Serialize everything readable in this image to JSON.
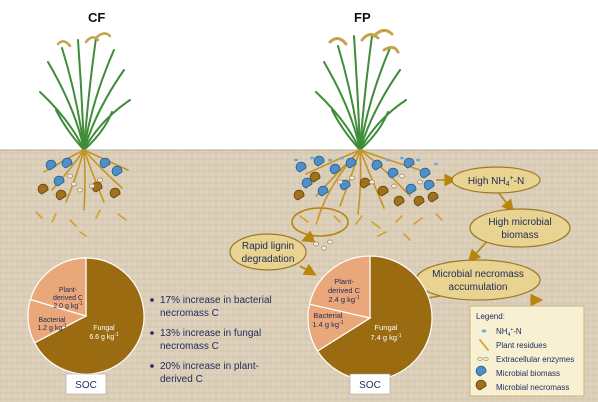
{
  "titles": {
    "left": "CF",
    "right": "FP"
  },
  "left_pie": {
    "label": "SOC",
    "slices": [
      {
        "name_line1": "Fungal",
        "value_text": "6.6 g kg",
        "sup": "-1"
      },
      {
        "name_line1": "Bacterial",
        "value_text": "1.2 g kg",
        "sup": "-1"
      },
      {
        "name_line1": "Plant-",
        "name_line2": "derived C",
        "value_text": "2.0 g kg",
        "sup": "-1"
      }
    ]
  },
  "right_pie": {
    "label": "SOC",
    "slices": [
      {
        "name_line1": "Fungal",
        "value_text": "7.4 g kg",
        "sup": "-1"
      },
      {
        "name_line1": "Bacterial",
        "value_text": "1.4 g kg",
        "sup": "-1"
      },
      {
        "name_line1": "Plant-",
        "name_line2": "derived C",
        "value_text": "2.4 g kg",
        "sup": "-1"
      }
    ]
  },
  "bullets": [
    {
      "line1": "17% increase in bacterial",
      "line2": "necromass C"
    },
    {
      "line1": "13% increase in fungal",
      "line2": "necromass C"
    },
    {
      "line1": "20% increase in plant-",
      "line2": "derived C"
    }
  ],
  "process": {
    "high_nh4": "High NH",
    "high_nh4_sub": "4",
    "high_nh4_sup": "+",
    "high_nh4_tail": "-N",
    "high_microbial_line1": "High microbial",
    "high_microbial_line2": "biomass",
    "necromass_line1": "Microbial necromass",
    "necromass_line2": "accumulation",
    "lignin_line1": "Rapid lignin",
    "lignin_line2": "degradation"
  },
  "legend": {
    "title": "Legend:",
    "items": [
      {
        "label": "NH",
        "sub": "4",
        "sup": "+",
        "tail": "-N",
        "icon": "nh4-dot-icon"
      },
      {
        "label": "Plant residues",
        "icon": "plant-residue-icon"
      },
      {
        "label": "Extracellular enzymes",
        "icon": "enzyme-icon"
      },
      {
        "label": "Microbial biomass",
        "icon": "microbial-biomass-icon"
      },
      {
        "label": "Microbial necromass",
        "icon": "microbial-necromass-icon"
      }
    ]
  },
  "colors": {
    "soil": "#d9cdb8",
    "bubble_fill": "#e8d391",
    "bubble_stroke": "#9a7a2a",
    "arrow": "#b8860b",
    "fungal": "#9b6b12",
    "light_slice": "#eaa77a",
    "text_dark": "#1f2a5a",
    "plant_green": "#3f8c3a",
    "root": "#c39528",
    "legend_bg": "#f7f0d2"
  }
}
